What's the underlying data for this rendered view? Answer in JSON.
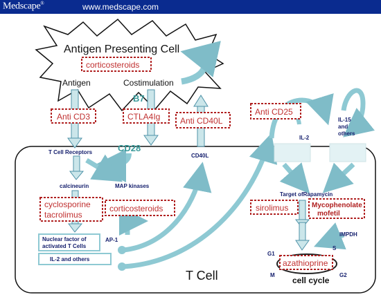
{
  "banner": {
    "logo": "Medscape",
    "logo_mark": "®",
    "url": "www.medscape.com"
  },
  "apc": {
    "title": "Antigen Presenting Cell",
    "antigen": "Antigen",
    "costimulation": "Costimulation"
  },
  "labels": {
    "corticosteroids": "corticosteroids",
    "b7": "B7",
    "cd28": "CD28",
    "anti_cd3": "Anti CD3",
    "ctla4ig": "CTLA4Ig",
    "anti_cd40l": "Anti CD40L",
    "anti_cd25": "Anti CD25",
    "il2": "IL-2",
    "il15_line1": "IL-15",
    "il15_line2": "and",
    "il15_line3": "others",
    "t_cell_receptors": "T Cell Receptors",
    "cd40l": "CD40L",
    "calcineurin": "calcineurin",
    "map_kinases": "MAP kinases",
    "cyclosporine": "cyclosporine",
    "tacrolimus": "tacrolimus",
    "corticosteroids_2": "corticosteroids",
    "nfat_line1": "Nuclear factor of",
    "nfat_line2": "activated T Cells",
    "ap1": "AP-1",
    "il2_others": "IL-2 and others",
    "t_cell": "T Cell",
    "target_rapamycin": "Target ofRapamycin",
    "sirolimus": "sirolimus",
    "mycophenolate_1": "Mycophenolate",
    "mycophenolate_2": "mofetil",
    "impdh": "IMPDH",
    "azathioprine": "azathioprine",
    "cell_cycle": "cell cycle",
    "g1": "G1",
    "s": "S",
    "m": "M",
    "g2": "G2"
  },
  "colors": {
    "banner": "#0a2b8f",
    "navy_text": "#16206e",
    "teal_text": "#3a9a9a",
    "drug_red": "#b02020",
    "arrow_fill": "#cbe6ea",
    "arrow_edge": "#4f93a8"
  }
}
